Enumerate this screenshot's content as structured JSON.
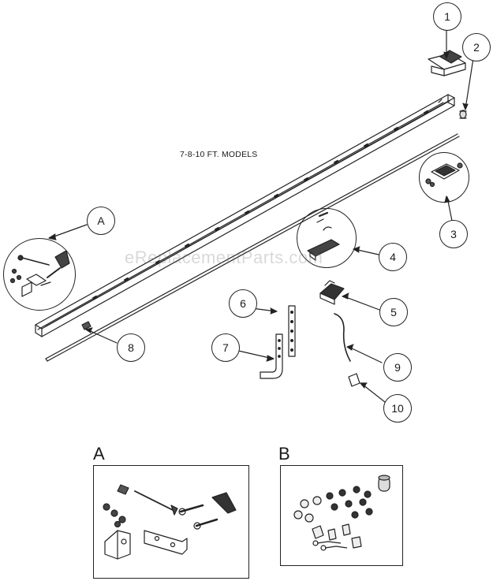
{
  "diagram": {
    "model_label": "7-8-10 FT. MODELS",
    "watermark": "eReplacementParts.com",
    "callouts": [
      "1",
      "2",
      "3",
      "4",
      "5",
      "6",
      "7",
      "8",
      "9",
      "10"
    ],
    "detail_callout": "A",
    "kits": [
      {
        "label": "A"
      },
      {
        "label": "B"
      }
    ]
  }
}
